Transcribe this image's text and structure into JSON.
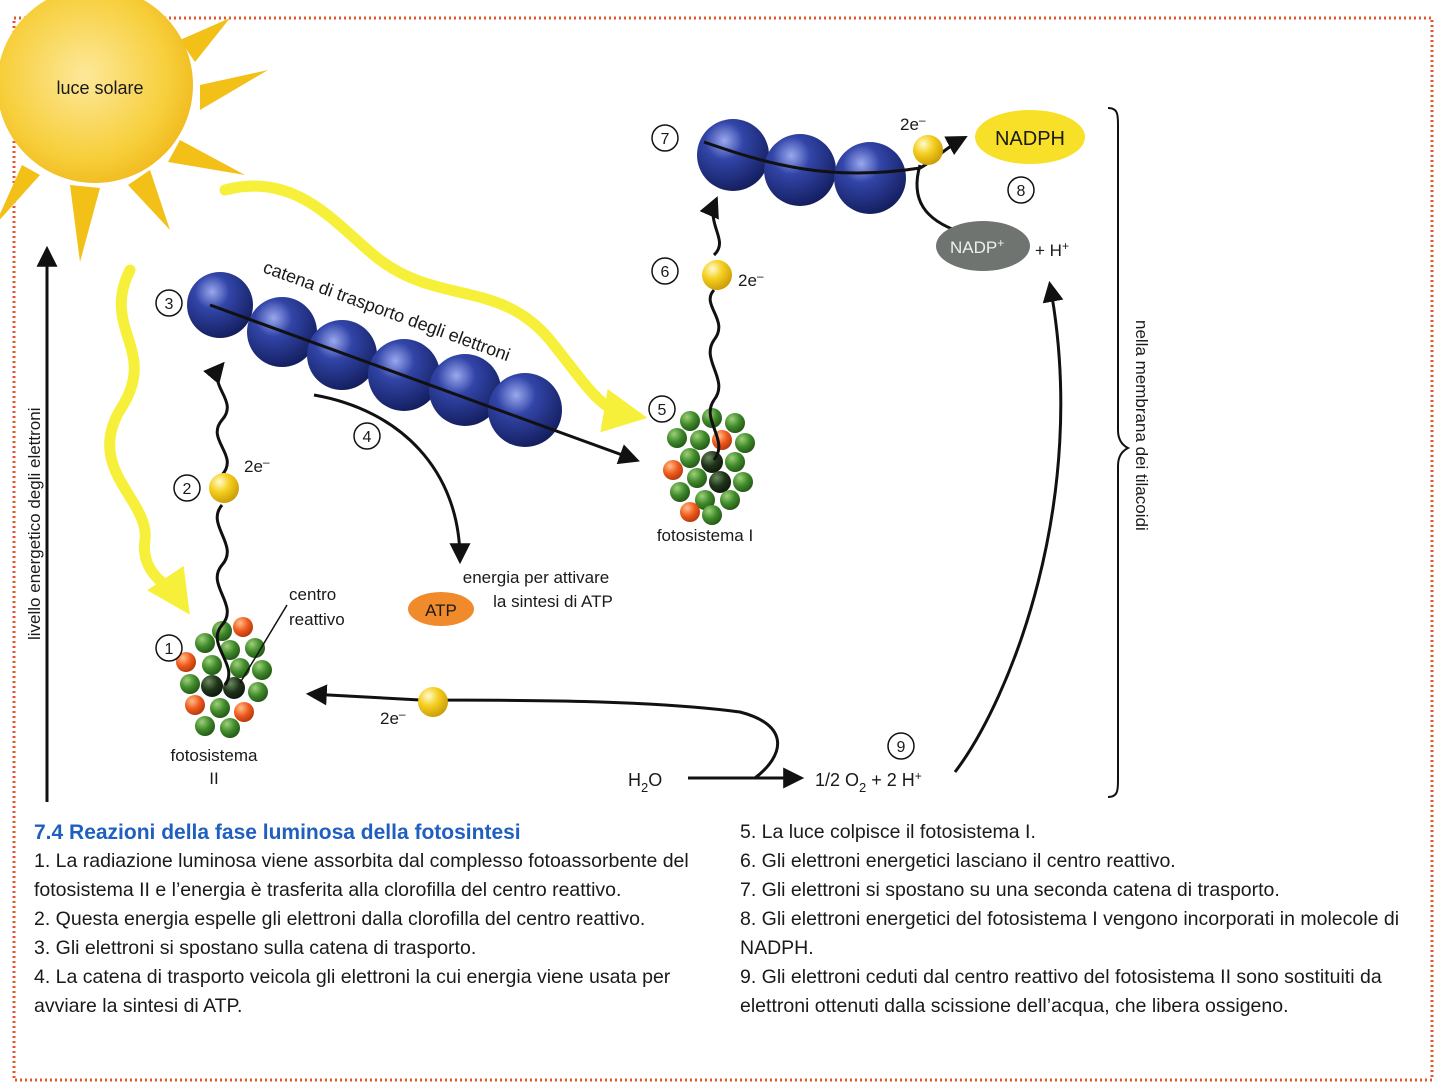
{
  "labels": {
    "sun": "luce solare",
    "energy_axis": "livello energetico degli elettroni",
    "membrane": "nella membrana dei tilacoidi",
    "chain1": "catena di trasporto degli elettroni",
    "reaction_center": [
      "centro",
      "reattivo"
    ],
    "photosystem2": [
      "fotosistema",
      "II"
    ],
    "photosystem1": "fotosistema I",
    "energy_atp": [
      "energia per attivare",
      "la sintesi di ATP"
    ],
    "atp": "ATP",
    "nadph": "NADPH",
    "nadp": "NADP",
    "nadp_sup": "+",
    "plus_h": "+ H",
    "plus_h_sup": "+",
    "electron": "2e",
    "electron_sup": "–",
    "water": "H",
    "water_sub": "2",
    "water_o": "O",
    "oxygen": "1/2 O",
    "oxygen_sub": "2",
    "oxygen_rest": " + 2 H",
    "oxygen_sup": "+"
  },
  "steps": [
    "1",
    "2",
    "3",
    "4",
    "5",
    "6",
    "7",
    "8",
    "9"
  ],
  "caption": {
    "title": "7.4 Reazioni della fase luminosa della fotosintesi",
    "left": [
      "1. La radiazione luminosa viene assorbita dal complesso fotoassorbente del fotosistema II e l’energia è trasferita alla clorofilla del centro reattivo.",
      "2. Questa energia espelle gli elettroni dalla clorofilla del centro reattivo.",
      "3. Gli elettroni si spostano sulla catena di trasporto.",
      "4. La catena di trasporto veicola gli elettroni la cui energia viene usata per avviare la sintesi di ATP."
    ],
    "right": [
      "5. La luce colpisce il fotosistema I.",
      "6. Gli elettroni energetici lasciano il centro reattivo.",
      "7. Gli elettroni si spostano su una seconda catena di trasporto.",
      "8. Gli elettroni energetici del fotosistema I vengono incorporati in molecole di NADPH.",
      "9. Gli elettroni ceduti dal centro reattivo del fotosistema II sono sostituiti da elettroni ottenuti dalla scissione dell’acqua, che libera ossigeno."
    ]
  },
  "colors": {
    "border": "#e8542a",
    "sun": "#f5c61a",
    "light_ray": "#f7f03a",
    "protein": "#22338f",
    "electron": "#f1c40f",
    "nadph": "#f7e027",
    "nadp": "#6f7470",
    "atp": "#f08a2a",
    "chlorophyll": "#3f8a2a",
    "pigment": "#ef5a1d",
    "caption_title": "#1f5fc0"
  }
}
